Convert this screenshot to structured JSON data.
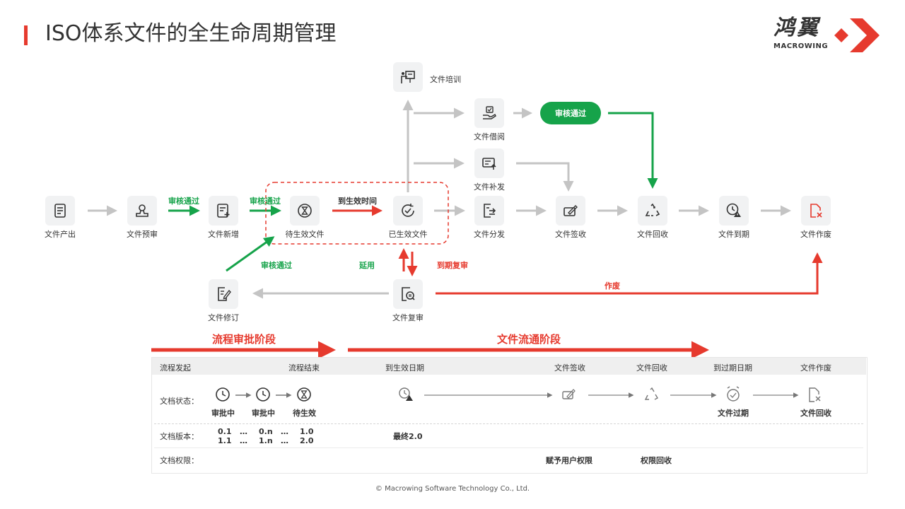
{
  "header": {
    "title": "ISO体系文件的全生命周期管理",
    "logo_cn": "鸿翼",
    "logo_en": "MACROWING"
  },
  "nodes": {
    "produce": "文件产出",
    "pre_review": "文件预审",
    "add": "文件新增",
    "pending": "待生效文件",
    "effective": "已生效文件",
    "distribute": "文件分发",
    "sign": "文件签收",
    "recycle": "文件回收",
    "expire": "文件到期",
    "void": "文件作废",
    "training": "文件培训",
    "borrow": "文件借阅",
    "supplement": "文件补发",
    "revise": "文件修订",
    "re_review": "文件复审"
  },
  "arrow_labels": {
    "approved_1": "审核通过",
    "approved_2": "审核通过",
    "to_effective_time": "到生效时间",
    "approved_revise": "审核通过",
    "extend": "延用",
    "expiry_re_review": "到期复审",
    "void": "作废",
    "approved_pill": "审核通过"
  },
  "stages": {
    "approval": "流程审批阶段",
    "circulation": "文件流通阶段"
  },
  "table": {
    "headers": {
      "start": "流程发起",
      "end": "流程结束",
      "effective_date": "到生效日期",
      "sign": "文件签收",
      "recycle": "文件回收",
      "expire_date": "到过期日期",
      "void": "文件作废"
    },
    "status": {
      "label": "文档状态：",
      "approving_1": "审批中",
      "approving_2": "审批中",
      "pending": "待生效",
      "expired": "文件过期",
      "recycled": "文件回收"
    },
    "version": {
      "label": "文档版本：",
      "r1": [
        "0.1",
        "…",
        "0.n",
        "…",
        "1.0"
      ],
      "r2": [
        "1.1",
        "…",
        "1.n",
        "…",
        "2.0"
      ],
      "final": "最终2.0"
    },
    "permission": {
      "label": "文档权限：",
      "grant": "赋予用户权限",
      "revoke": "权限回收"
    }
  },
  "footer": "© Macrowing Software Technology Co., Ltd.",
  "colors": {
    "green": "#16a34a",
    "red": "#e63a2e",
    "gray_arrow": "#c4c4c4",
    "node_bg": "#f1f2f3"
  }
}
